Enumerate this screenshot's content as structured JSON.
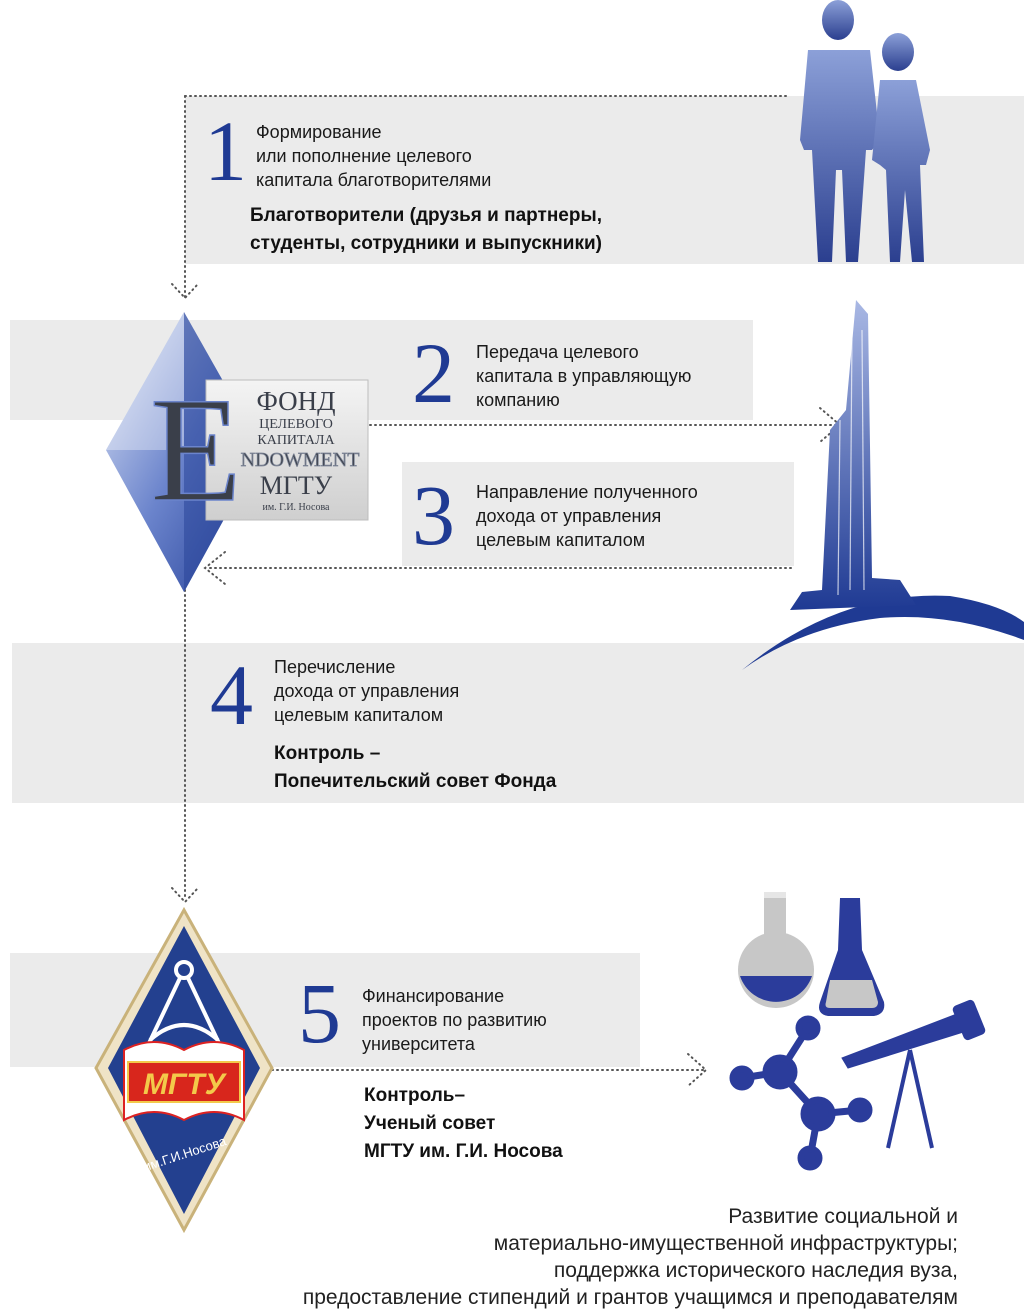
{
  "steps": [
    {
      "number": "1",
      "lines": [
        "Формирование",
        "или пополнение целевого",
        "капитала благотворителями"
      ],
      "bold": [
        "Благотворители (друзья и партнеры,",
        "студенты, сотрудники и выпускники)"
      ]
    },
    {
      "number": "2",
      "lines": [
        "Передача целевого",
        "капитала в управляющую",
        "компанию"
      ]
    },
    {
      "number": "3",
      "lines": [
        "Направление полученного",
        "дохода от управления",
        "целевым капиталом"
      ]
    },
    {
      "number": "4",
      "lines": [
        "Перечисление",
        "дохода от управления",
        "целевым капиталом"
      ],
      "bold": [
        "Контроль –",
        "Попечительский совет Фонда"
      ]
    },
    {
      "number": "5",
      "lines": [
        "Финансирование",
        "проектов по развитию",
        "университета"
      ],
      "bold": [
        "Контроль–",
        "Ученый совет",
        "МГТУ им. Г.И. Носова"
      ]
    }
  ],
  "endowment_logo": {
    "letter": "E",
    "lines": [
      "ФОНД",
      "ЦЕЛЕВОГО",
      "КАПИТАЛА",
      "NDOWMENT",
      "МГТУ",
      "им. Г.И. Носова"
    ]
  },
  "university_logo": {
    "title": "МГТУ",
    "subtitle": "им.Г.И.Носова"
  },
  "bottom_text": [
    "Развитие социальной и",
    "материально-имущественной инфраструктуры;",
    "поддержка исторического наследия вуза,",
    "предоставление стипендий и грантов учащимся и преподавателям"
  ],
  "colors": {
    "accent": "#1f3a93",
    "band": "#ebebeb",
    "dots": "#555555"
  }
}
